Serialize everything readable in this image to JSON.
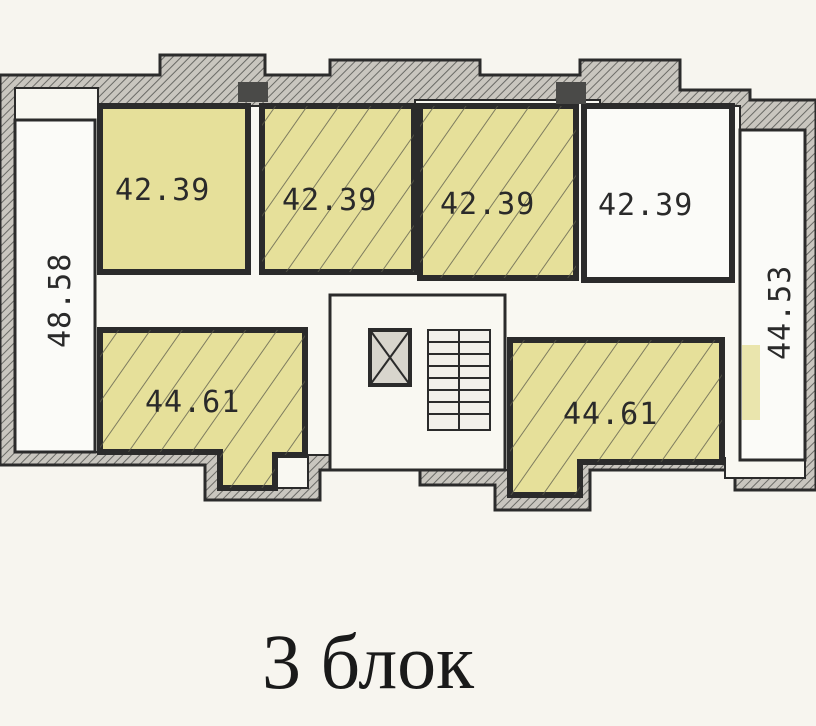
{
  "plan": {
    "title": "3 блок",
    "colors": {
      "wall_fill": "#bdbab4",
      "wall_stroke": "#2b2b2b",
      "highlight": "#e6e09a",
      "hatch": "#5a5a4a",
      "paper": "#f7f5ef"
    },
    "apartments": [
      {
        "id": "apt-top-1",
        "area": "42.39",
        "highlighted": true,
        "hatched": false
      },
      {
        "id": "apt-top-2",
        "area": "42.39",
        "highlighted": true,
        "hatched": true
      },
      {
        "id": "apt-top-3",
        "area": "42.39",
        "highlighted": true,
        "hatched": true
      },
      {
        "id": "apt-top-4",
        "area": "42.39",
        "highlighted": false,
        "hatched": false
      },
      {
        "id": "apt-left",
        "area": "48.58",
        "highlighted": false,
        "hatched": false
      },
      {
        "id": "apt-right",
        "area": "44.53",
        "highlighted": false,
        "hatched": false
      },
      {
        "id": "apt-bottom-left",
        "area": "44.61",
        "highlighted": true,
        "hatched": true
      },
      {
        "id": "apt-bottom-right",
        "area": "44.61",
        "highlighted": true,
        "hatched": true
      }
    ]
  }
}
